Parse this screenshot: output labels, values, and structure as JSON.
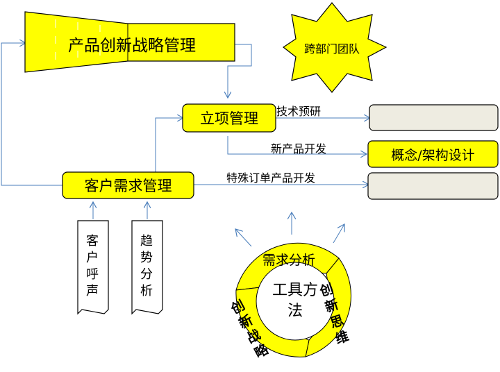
{
  "nodes": {
    "product_innovation": "产品创新战略管理",
    "cross_team": "跨部门团队",
    "project_mgmt": "立项管理",
    "customer_mgmt": "客户需求管理",
    "concept_design": "概念/架构设计",
    "customer_voice": "客户呼声",
    "trend_analysis": "趋势分析"
  },
  "edges": {
    "tech_research": "技术预研",
    "new_product": "新产品开发",
    "special_order": "特殊订单产品开发"
  },
  "cycle": {
    "center": "工具方法",
    "demand_analysis": "需求分析",
    "innovative_thinking": "创新思维",
    "innovation_strategy": "创新战略"
  },
  "colors": {
    "yellow": "#FFFF00",
    "line": "#4A7EBB",
    "grey_box": "#EEECE1"
  }
}
